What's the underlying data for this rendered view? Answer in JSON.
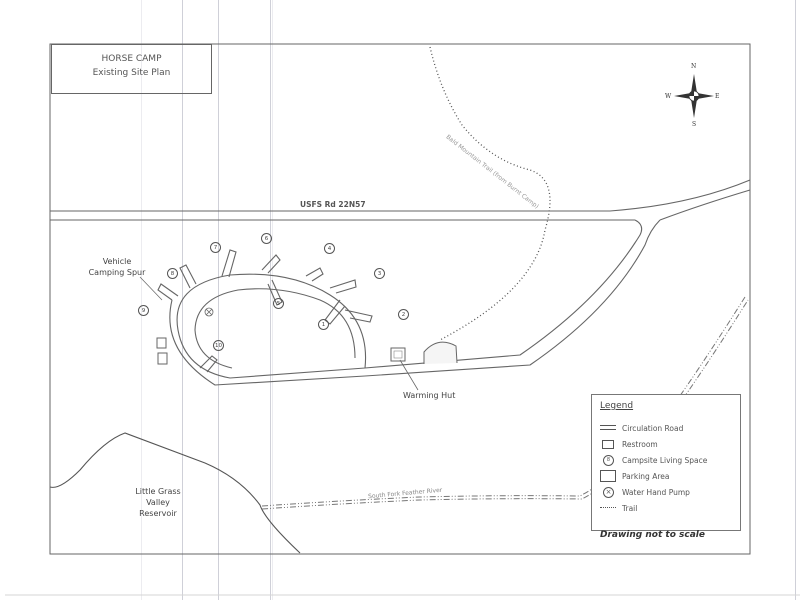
{
  "title_box": {
    "line1": "HORSE CAMP",
    "line2": "Existing Site Plan"
  },
  "compass": {
    "north": "N",
    "south": "S",
    "east": "E",
    "west": "W"
  },
  "roads": {
    "main_road_label": "USFS Rd 22N57"
  },
  "trail": {
    "label": "Bald Mountain Trail (from Burnt Camp)"
  },
  "river": {
    "label": "South Fork Feather River"
  },
  "reservoir": {
    "line1": "Little Grass",
    "line2": "Valley",
    "line3": "Reservoir"
  },
  "annotations": {
    "vehicle_spur_line1": "Vehicle",
    "vehicle_spur_line2": "Camping Spur",
    "warming_hut": "Warming Hut"
  },
  "campsites": [
    {
      "number": "1"
    },
    {
      "number": "2"
    },
    {
      "number": "3"
    },
    {
      "number": "4"
    },
    {
      "number": "5"
    },
    {
      "number": "6"
    },
    {
      "number": "7"
    },
    {
      "number": "8"
    },
    {
      "number": "9"
    },
    {
      "number": "10"
    }
  ],
  "legend": {
    "heading": "Legend",
    "items": [
      {
        "symbol": "double-line",
        "label": "Circulation Road"
      },
      {
        "symbol": "small-square",
        "label": "Restroom"
      },
      {
        "symbol": "circled-number",
        "label": "Campsite Living Space",
        "sample": "8"
      },
      {
        "symbol": "rectangle",
        "label": "Parking Area"
      },
      {
        "symbol": "circled-x",
        "label": "Water Hand Pump"
      },
      {
        "symbol": "dotted-line",
        "label": "Trail"
      }
    ]
  },
  "note": "Drawing not to scale",
  "colors": {
    "line": "#555555",
    "text": "#444444",
    "river": "#777777",
    "scanline": "#cfd0d8"
  }
}
